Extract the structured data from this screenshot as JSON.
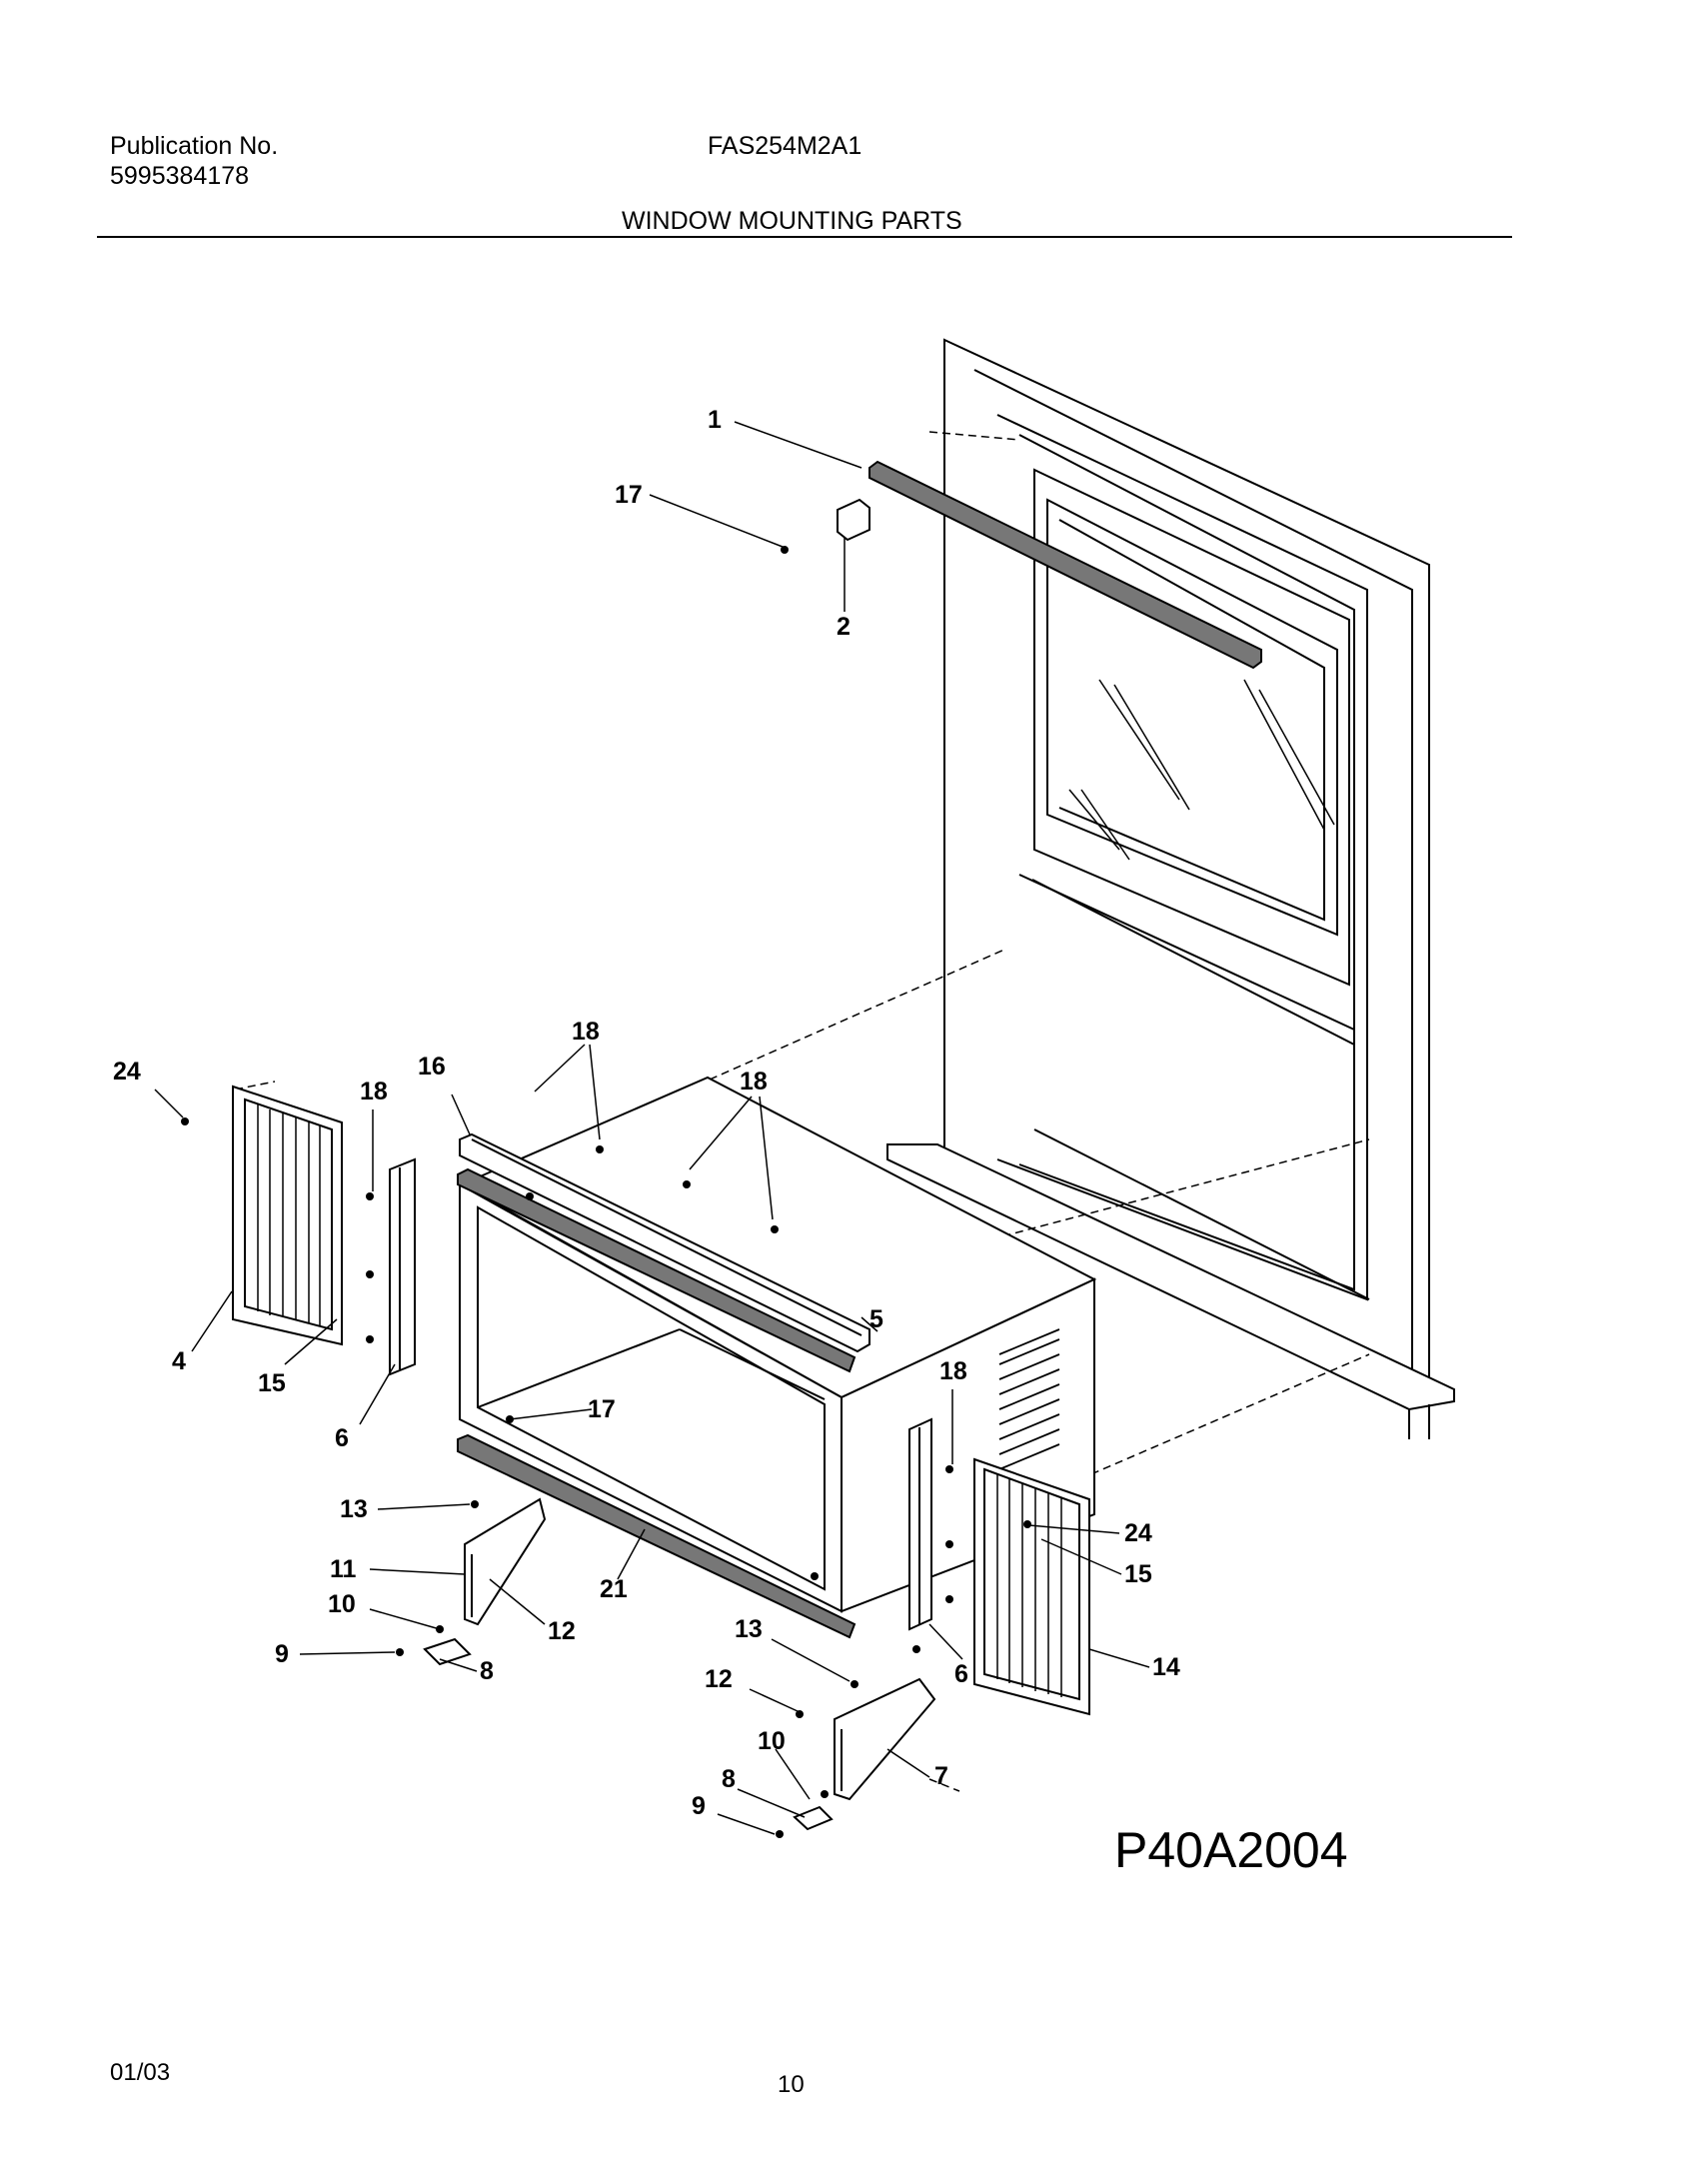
{
  "header": {
    "publication_label": "Publication No.",
    "publication_number": "5995384178",
    "model": "FAS254M2A1",
    "section_title": "WINDOW MOUNTING PARTS"
  },
  "diagram": {
    "drawing_code": "P40A2004",
    "callouts": [
      "1",
      "17",
      "2",
      "18",
      "16",
      "24",
      "18",
      "18",
      "5",
      "4",
      "15",
      "6",
      "18",
      "17",
      "13",
      "11",
      "10",
      "12",
      "21",
      "9",
      "8",
      "24",
      "15",
      "14",
      "6",
      "13",
      "12",
      "7",
      "10",
      "8",
      "9"
    ]
  },
  "footer": {
    "date": "01/03",
    "page_number": "10"
  }
}
